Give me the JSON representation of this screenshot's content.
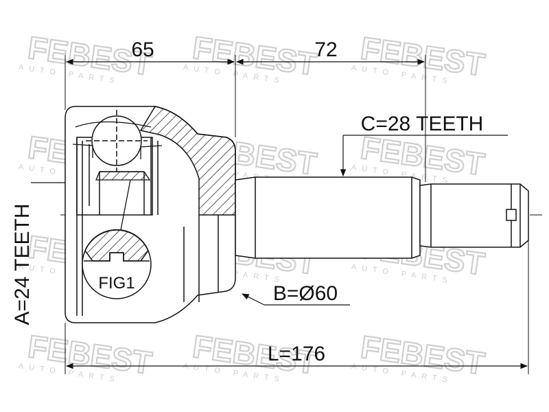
{
  "diagram": {
    "dimensions": {
      "width_left": "65",
      "width_right": "72",
      "total_length": "L=176"
    },
    "labels": {
      "spline_c": "C=28 TEETH",
      "spline_a": "A=24 TEETH",
      "diameter_b": "B=Ø60",
      "figure": "FIG1"
    },
    "watermark": {
      "brand": "FEBEST",
      "subtitle": "AUTO PARTS"
    },
    "colors": {
      "line": "#111111",
      "watermark": "#c9c9c9",
      "background": "#ffffff"
    }
  }
}
